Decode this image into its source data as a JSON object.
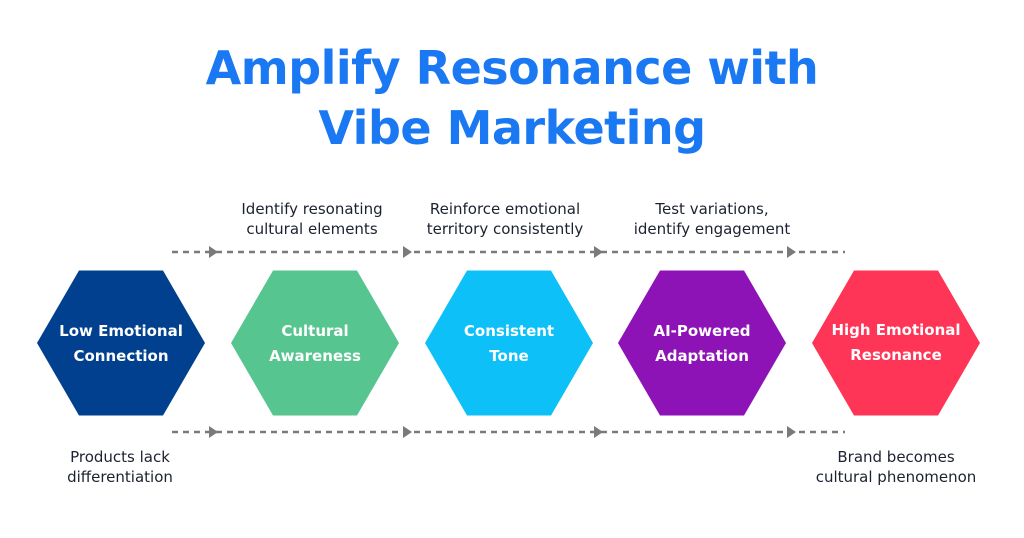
{
  "title": {
    "line1": "Amplify Resonance with",
    "line2": "Vibe Marketing"
  },
  "stages": [
    {
      "line1": "Low Emotional",
      "line2": "Connection",
      "color": "#00408f"
    },
    {
      "line1": "Cultural",
      "line2": "Awareness",
      "color": "#57c58f"
    },
    {
      "line1": "Consistent",
      "line2": "Tone",
      "color": "#0ec0f8"
    },
    {
      "line1": "AI-Powered",
      "line2": "Adaptation",
      "color": "#8e13b6"
    },
    {
      "line1": "High Emotional",
      "line2": "Resonance",
      "color": "#fe3556"
    }
  ],
  "top_captions": [
    {
      "line1": "Identify resonating",
      "line2": "cultural elements"
    },
    {
      "line1": "Reinforce emotional",
      "line2": "territory consistently"
    },
    {
      "line1": "Test variations,",
      "line2": "identify engagement"
    }
  ],
  "bottom_captions": {
    "start": {
      "line1": "Products lack",
      "line2": "differentiation"
    },
    "end": {
      "line1": "Brand becomes",
      "line2": "cultural phenomenon"
    }
  },
  "connector_color": "#7a7a7a"
}
